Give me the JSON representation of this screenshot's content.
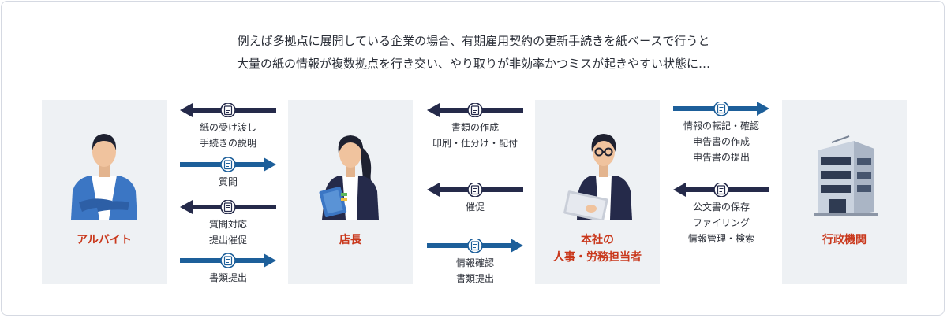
{
  "intro": {
    "line1": "例えば多拠点に展開している企業の場合、有期雇用契約の更新手続きを紙ベースで行うと",
    "line2": "大量の紙の情報が複数拠点を行き交い、やり取りが非効率かつミスが起きやすい状態に…"
  },
  "colors": {
    "arrow_dark": "#252a4a",
    "arrow_blue": "#1d5f9a",
    "label_red": "#c9381c",
    "panel_bg": "#eef1f4"
  },
  "panels": {
    "part_timer": {
      "label": "アルバイト",
      "icon": "part-timer-person-icon"
    },
    "store_manager": {
      "label": "店長",
      "icon": "store-manager-person-icon"
    },
    "hq": {
      "label_line1": "本社の",
      "label_line2": "人事・労務担当者",
      "icon": "hr-staff-person-icon"
    },
    "government": {
      "label": "行政機関",
      "icon": "government-building-icon"
    }
  },
  "flows": {
    "a": [
      {
        "direction": "left",
        "lines": [
          "紙の受け渡し",
          "手続きの説明"
        ]
      },
      {
        "direction": "right",
        "lines": [
          "質問"
        ]
      },
      {
        "direction": "left",
        "lines": [
          "質問対応",
          "提出催促"
        ]
      },
      {
        "direction": "right",
        "lines": [
          "書類提出"
        ]
      }
    ],
    "b": [
      {
        "direction": "left",
        "lines": [
          "書類の作成",
          "印刷・仕分け・配付"
        ]
      },
      {
        "direction": "left",
        "lines": [
          "催促"
        ]
      },
      {
        "direction": "right",
        "lines": [
          "情報確認",
          "書類提出"
        ]
      }
    ],
    "c": [
      {
        "direction": "right",
        "lines": [
          "情報の転記・確認",
          "申告書の作成",
          "申告書の提出"
        ]
      },
      {
        "direction": "left",
        "lines": [
          "公文書の保存",
          "ファイリング",
          "情報管理・検索"
        ]
      }
    ]
  }
}
